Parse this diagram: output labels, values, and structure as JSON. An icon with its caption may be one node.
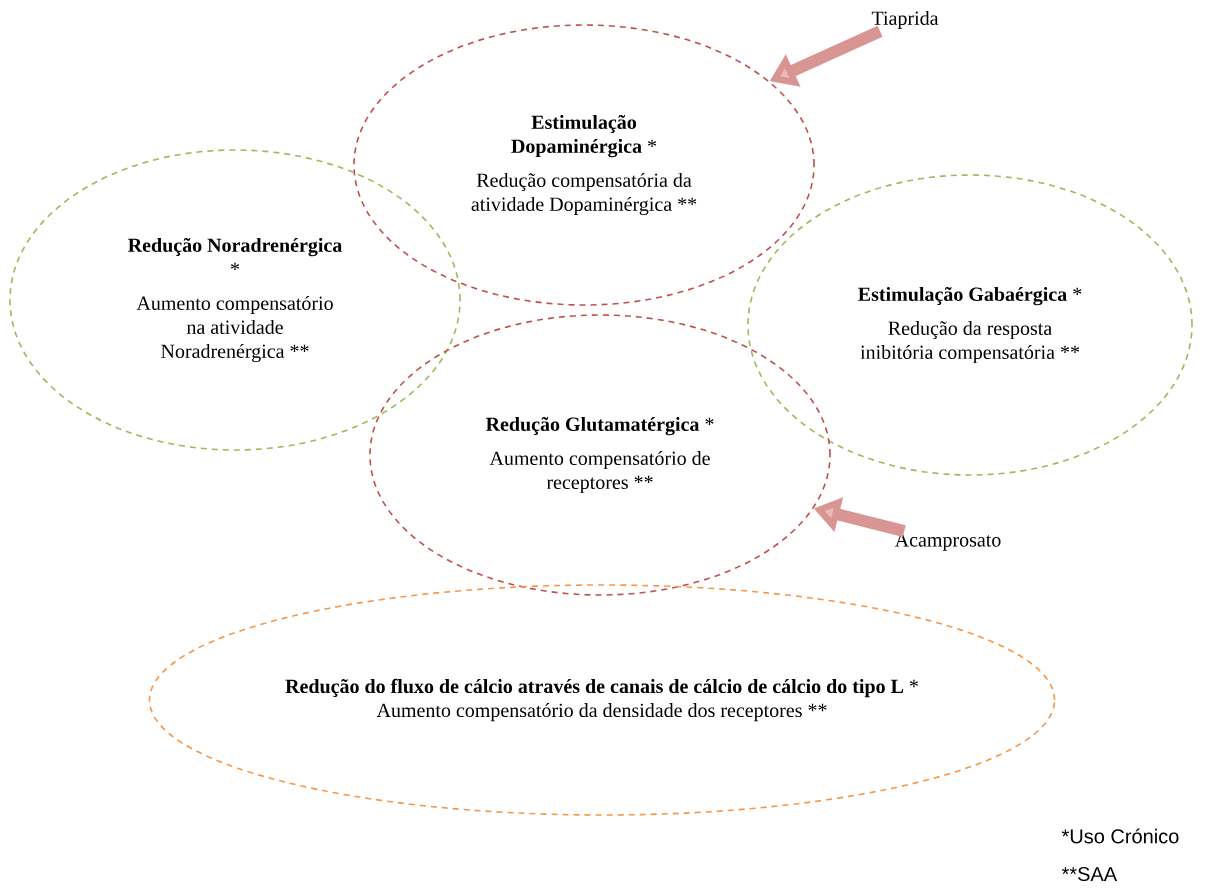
{
  "diagram": {
    "nodes": [
      {
        "text": [
          "**Estimulação Dopaminérgica** *",
          "Redução compensatória da atividade Dopaminérgica **"
        ]
      },
      {
        "text": [
          "**Redução Noradrenérgica** *",
          "Aumento compensatório na atividade Noradrenérgica **"
        ]
      },
      {
        "text": [
          "**Estimulação Gabaérgica** *",
          "Redução da resposta inibitória compensatória **"
        ]
      },
      {
        "text": [
          "**Redução Glutamatérgica** *",
          "Aumento compensatório de receptores **"
        ]
      },
      {
        "text": [
          "**Redução do fluxo de cálcio através de canais de cálcio de cálcio do tipo L** *",
          "Aumento compensatório da densidade dos receptores **"
        ]
      },
      {
        "text": [
          "Tiaprida"
        ]
      },
      {
        "text": [
          "Acamprosato"
        ]
      }
    ],
    "edges": [
      {
        "from": 5,
        "to": 0,
        "arrow": "to"
      },
      {
        "from": 6,
        "to": 3,
        "arrow": "to"
      }
    ],
    "labels": [
      "*Uso Crónico",
      "**SAA"
    ]
  }
}
